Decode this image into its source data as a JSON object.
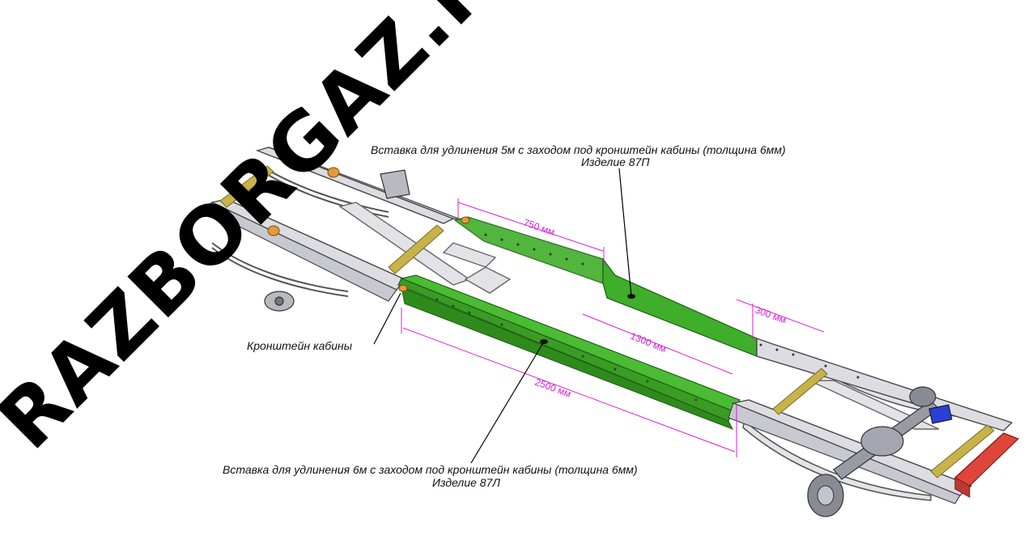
{
  "watermark": "RAZBORGAZ.RU",
  "callouts": {
    "top_line1": "Вставка для удлинения 5м с заходом под кронштейн кабины (толщина 6мм)",
    "top_line2": "Изделие 87П",
    "bottom_line1": "Вставка для удлинения 6м с заходом под кронштейн кабины (толщина 6мм)",
    "bottom_line2": "Изделие 87Л",
    "bracket": "Кронштейн кабины"
  },
  "dimensions": {
    "d750": "750 мм",
    "d1300": "1300 мм",
    "d300": "300 мм",
    "d2500": "2500 мм"
  },
  "colors": {
    "insert_green": "#3fae2a",
    "frame_grey": "#d9d9de",
    "dimension_magenta": "#d81fd8",
    "rear_bumper_red": "#e0453c",
    "bracket_blue": "#2a3fd6",
    "shaft_yellow": "#c8b24a"
  }
}
